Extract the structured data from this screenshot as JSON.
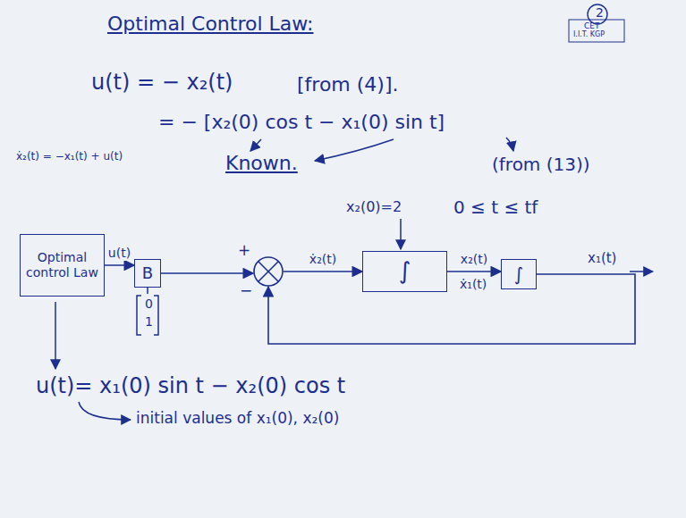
{
  "diagram": {
    "title": "Optimal Control Law:",
    "nodes": [
      {
        "text": [
          "Optimal control Law"
        ]
      },
      {
        "text": [
          "B"
        ]
      },
      {
        "text": [
          "+",
          "−"
        ]
      },
      {
        "text": [
          "∫"
        ]
      },
      {
        "text": [
          "∫"
        ]
      }
    ],
    "edges": [
      {
        "from": 0,
        "to": 1,
        "label": "u(t)",
        "arrow": "to"
      },
      {
        "from": 1,
        "to": 2,
        "arrow": "to"
      },
      {
        "from": 2,
        "to": 3,
        "label": "ẋ₂(t)",
        "arrow": "to"
      },
      {
        "from": 3,
        "to": 4,
        "label": "x₂(t)",
        "arrow": "to"
      },
      {
        "from": 4,
        "to": 2,
        "arrow": "to"
      }
    ],
    "labels": [
      "2",
      "CET",
      "I.I.T. KGP",
      "u(t) = − x₂(t)",
      "[from (4)].",
      "= − [x₂(0) cos t − x₁(0) sin t]",
      "ẋ₂(t) = −x₁(t) + u(t)",
      "Known.",
      "(from (13))",
      "x₂(0)=2",
      "0 ≤ t ≤ tf",
      "0",
      "1",
      "ẋ₁(t)",
      "x₁(t)",
      "u(t)= x₁(0) sin t − x₂(0) cos t",
      "initial values of x₁(0), x₂(0)"
    ]
  }
}
